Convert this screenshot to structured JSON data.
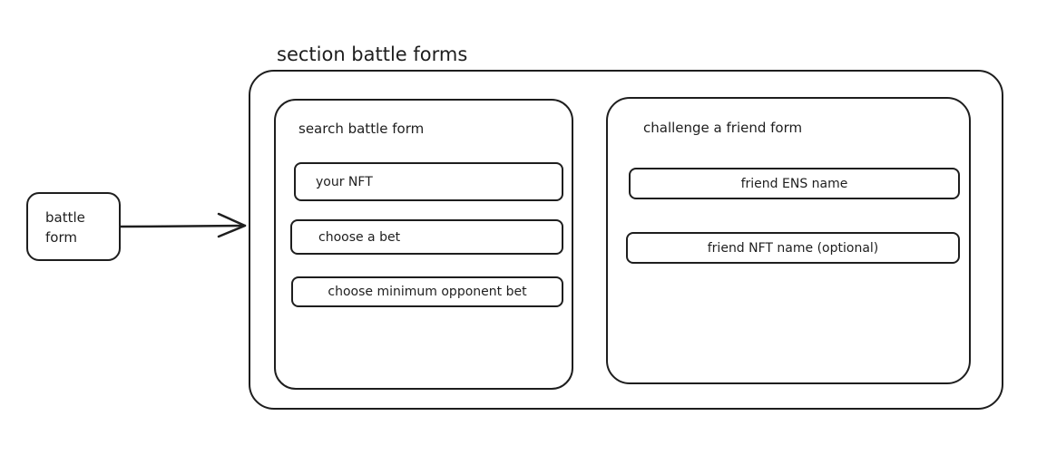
{
  "section": {
    "title": "section battle forms"
  },
  "battle_form": {
    "label_line1": "battle",
    "label_line2": "form"
  },
  "search_form": {
    "title": "search battle form",
    "fields": {
      "your_nft": "your NFT",
      "choose_bet": "choose a bet",
      "choose_min_bet": "choose minimum opponent bet"
    }
  },
  "friend_form": {
    "title": "challenge a friend form",
    "fields": {
      "friend_ens": "friend ENS name",
      "friend_nft": "friend NFT name (optional)"
    }
  }
}
